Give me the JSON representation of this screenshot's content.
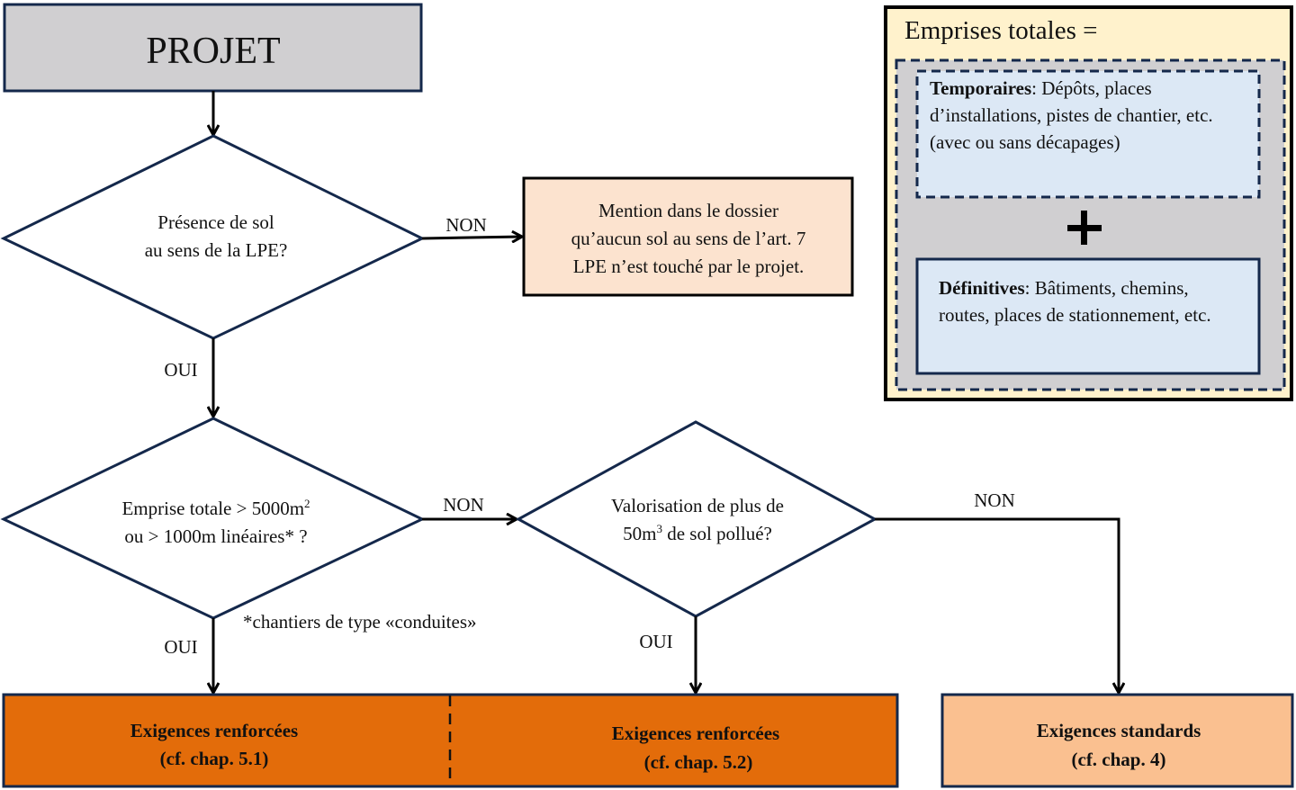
{
  "colors": {
    "border_navy": "#14284b",
    "projet_fill": "#d0cfd1",
    "mention_fill": "#fce3cf",
    "renforcees_fill": "#e36c0a",
    "standards_fill": "#fac090",
    "legend_outer_fill": "#fff2cc",
    "legend_inner_fill": "#d0cfd1",
    "legend_box_fill": "#dce8f5"
  },
  "projet": {
    "label": "PROJET"
  },
  "decision1": {
    "line1": "Présence de sol",
    "line2": "au sens de la LPE?",
    "no_label": "NON",
    "yes_label": "OUI"
  },
  "mention": {
    "line1": "Mention dans le dossier",
    "line2": "qu’aucun sol au sens de l’art. 7",
    "line3": "LPE n’est touché par le projet."
  },
  "decision2": {
    "line1": "Emprise totale > 5000m",
    "line1_sup": "2",
    "line2": "ou > 1000m linéaires* ?",
    "no_label": "NON",
    "yes_label": "OUI",
    "footnote": "*chantiers de type «conduites»"
  },
  "decision3": {
    "line1": "Valorisation de plus de",
    "line2_pre": "50m",
    "line2_sup": "3",
    "line2_post": " de sol pollué?",
    "no_label": "NON",
    "yes_label": "OUI"
  },
  "outcomes": [
    {
      "title": "Exigences renforcées",
      "ref": "(cf. chap. 5.1)"
    },
    {
      "title": "Exigences renforcées",
      "ref": "(cf. chap. 5.2)"
    },
    {
      "title": "Exigences standards",
      "ref": "(cf.  chap. 4)"
    }
  ],
  "legend": {
    "title": "Emprises totales =",
    "plus": "+",
    "temporaires": {
      "term": "Temporaires",
      "text": ": Dépôts, places d’installations, pistes de chantier, etc. (avec ou sans décapages)"
    },
    "definitives": {
      "term": "Définitives",
      "text": ": Bâtiments, chemins, routes, places de stationnement, etc."
    }
  }
}
